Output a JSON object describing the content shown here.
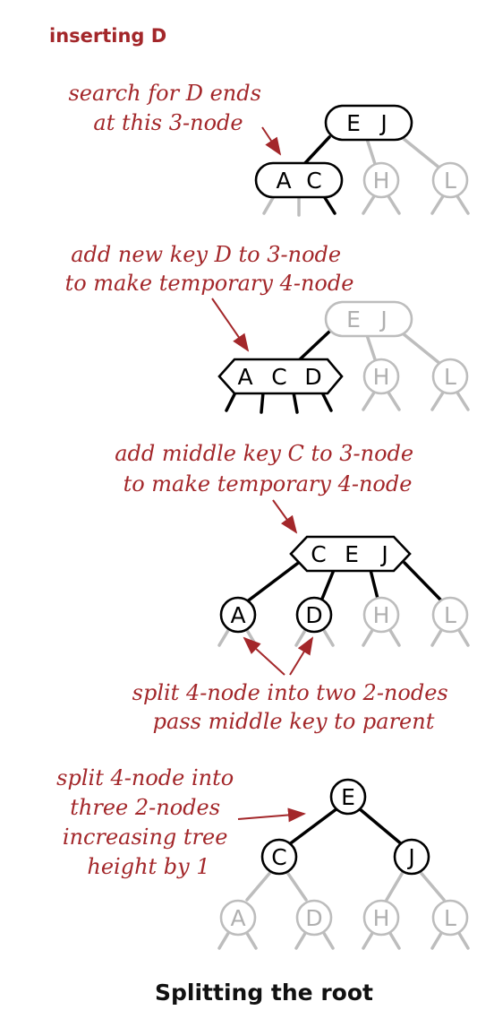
{
  "header": {
    "prefix": "inserting",
    "key": "D"
  },
  "steps": [
    {
      "annotation_lines": [
        "search for D ends",
        "at this 3-node"
      ]
    },
    {
      "annotation_lines": [
        "add new key D to 3-node",
        "to make temporary 4-node"
      ]
    },
    {
      "annotation_lines": [
        "add middle key C to 3-node",
        "to make temporary 4-node"
      ]
    },
    {
      "annotation_lines": [
        "split 4-node into two 2-nodes",
        "pass middle key to parent"
      ]
    },
    {
      "annotation_lines": [
        "split 4-node into",
        "three 2-nodes",
        "increasing tree",
        "height by 1"
      ]
    }
  ],
  "caption": "Splitting the root",
  "colors": {
    "annotation": "#a3272a",
    "active": "#000000",
    "inactive": "#bdbdbd"
  }
}
